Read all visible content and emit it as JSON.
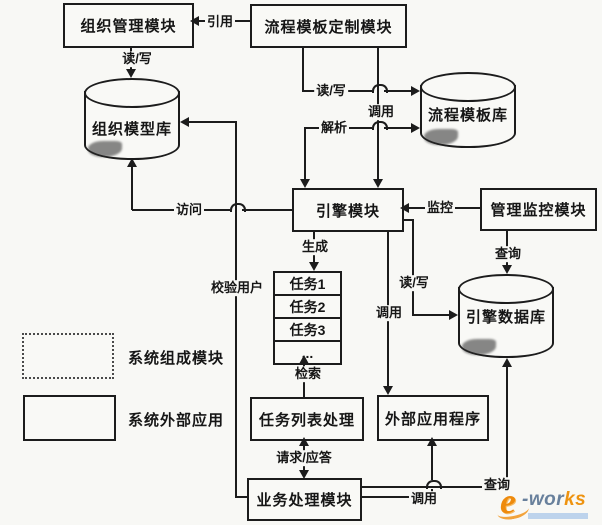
{
  "nodes": {
    "org_mgmt": "组织管理模块",
    "template_custom": "流程模板定制模块",
    "engine": "引擎模块",
    "monitor": "管理监控模块",
    "task_list": "任务列表处理",
    "external_app": "外部应用程序",
    "business": "业务处理模块"
  },
  "stores": {
    "org_model_db": "组织模型库",
    "template_db": "流程模板库",
    "engine_db": "引擎数据库"
  },
  "task_stack": {
    "t1": "任务1",
    "t2": "任务2",
    "t3": "任务3",
    "more": "..."
  },
  "edges": {
    "yinyong": "引用",
    "duxie_org": "读/写",
    "duxie_template": "读/写",
    "diaoyong_template": "调用",
    "jiexi": "解析",
    "jiankong": "监控",
    "chaxun_monitor": "查询",
    "fangwen": "访问",
    "jiaoyan_yonghu": "校验用户",
    "shengcheng": "生成",
    "duxie_engine": "读/写",
    "diaoyong_engine": "调用",
    "jiansuo": "检索",
    "qingqiu_yingda": "请求/应答",
    "diaoyong_business": "调用",
    "chaxun_business": "查询"
  },
  "legend": {
    "component_label": "系统组成模块",
    "external_label": "系统外部应用"
  },
  "logo": {
    "e": "e",
    "mid": "-wor",
    "tail": "ks"
  },
  "colors": {
    "line": "#1c1c1c",
    "paper": "#f8f8f5",
    "logo_orange": "#ee8a0c",
    "logo_blue": "#68809c",
    "logo_bar": "#bdd3ec"
  }
}
